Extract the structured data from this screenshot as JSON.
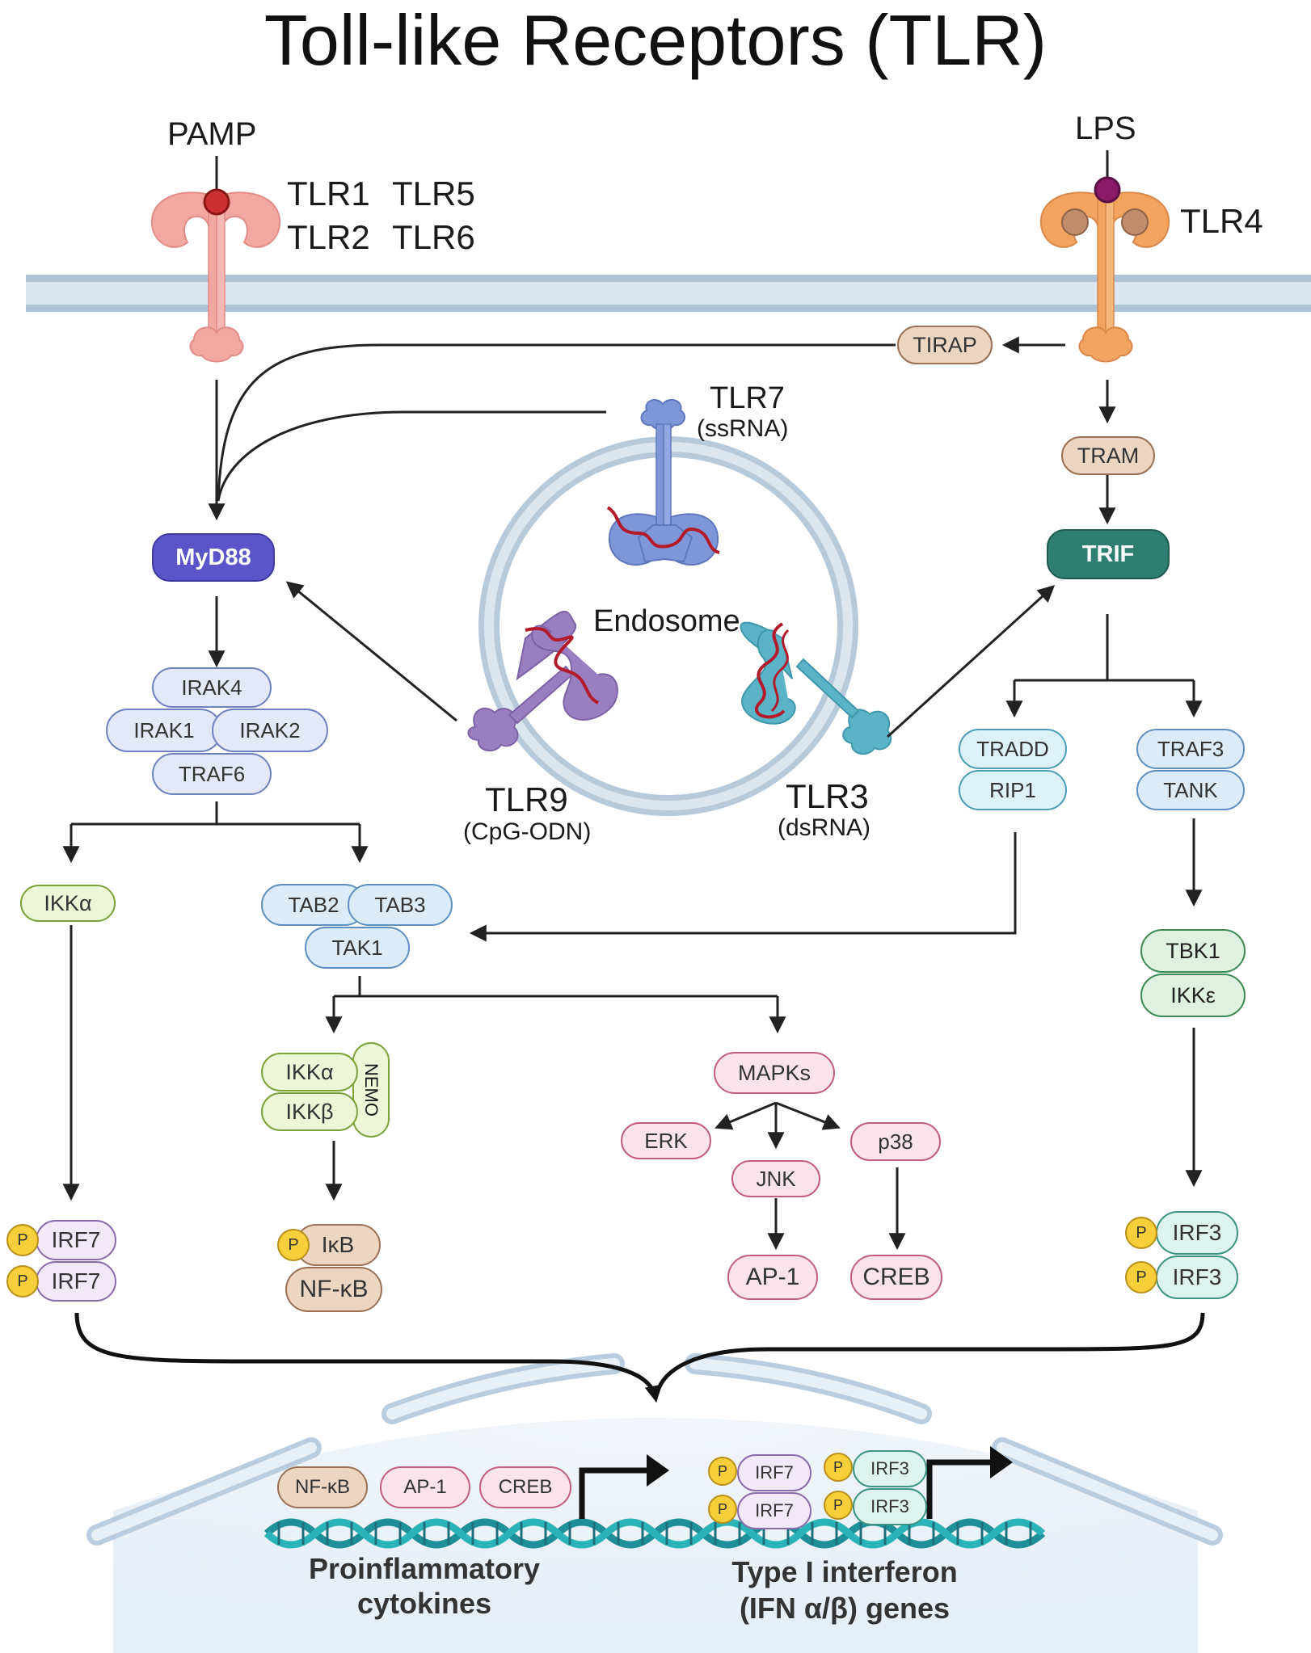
{
  "title": "Toll-like Receptors (TLR)",
  "labels": {
    "pamp": "PAMP",
    "lps": "LPS",
    "tlr1": "TLR1",
    "tlr5": "TLR5",
    "tlr2": "TLR2",
    "tlr6": "TLR6",
    "tlr4": "TLR4",
    "tlr7": "TLR7",
    "tlr7_ligand": "(ssRNA)",
    "tlr9": "TLR9",
    "tlr9_ligand": "(CpG-ODN)",
    "tlr3": "TLR3",
    "tlr3_ligand": "(dsRNA)",
    "endosome": "Endosome",
    "nemo": "NEMO",
    "p": "P"
  },
  "nodes": {
    "tirap": "TIRAP",
    "tram": "TRAM",
    "myd88": "MyD88",
    "trif": "TRIF",
    "irak4": "IRAK4",
    "irak1": "IRAK1",
    "irak2": "IRAK2",
    "traf6": "TRAF6",
    "tradd": "TRADD",
    "rip1": "RIP1",
    "traf3": "TRAF3",
    "tank": "TANK",
    "ikka_left": "IKKα",
    "tab2": "TAB2",
    "tab3": "TAB3",
    "tak1": "TAK1",
    "tbk1": "TBK1",
    "ikke": "IKKε",
    "ikka": "IKKα",
    "ikkb": "IKKβ",
    "mapks": "MAPKs",
    "erk": "ERK",
    "p38": "p38",
    "jnk": "JNK",
    "ap1": "AP-1",
    "creb": "CREB",
    "irf7": "IRF7",
    "irf3": "IRF3",
    "ikb": "IκB",
    "nfkb": "NF-κB"
  },
  "nucleus": {
    "nfkb": "NF-κB",
    "ap1": "AP-1",
    "creb": "CREB",
    "irf7": "IRF7",
    "irf3": "IRF3",
    "genes_left_1": "Proinflammatory",
    "genes_left_2": "cytokines",
    "genes_right_1": "Type I interferon",
    "genes_right_2": "(IFN α/β) genes"
  },
  "colors": {
    "membrane": "#c7d7e4",
    "tlr_pink": "#f3a7a3",
    "tlr4_orange": "#f2a45e",
    "tlr7_blue": "#7f96d8",
    "tlr9_purple": "#9a7fc0",
    "tlr3_teal": "#5bb3c7",
    "myd88": "#5a55c9",
    "trif": "#2f7f71",
    "dna": "#1f8f99",
    "ligand_red": "#b31b2a"
  }
}
